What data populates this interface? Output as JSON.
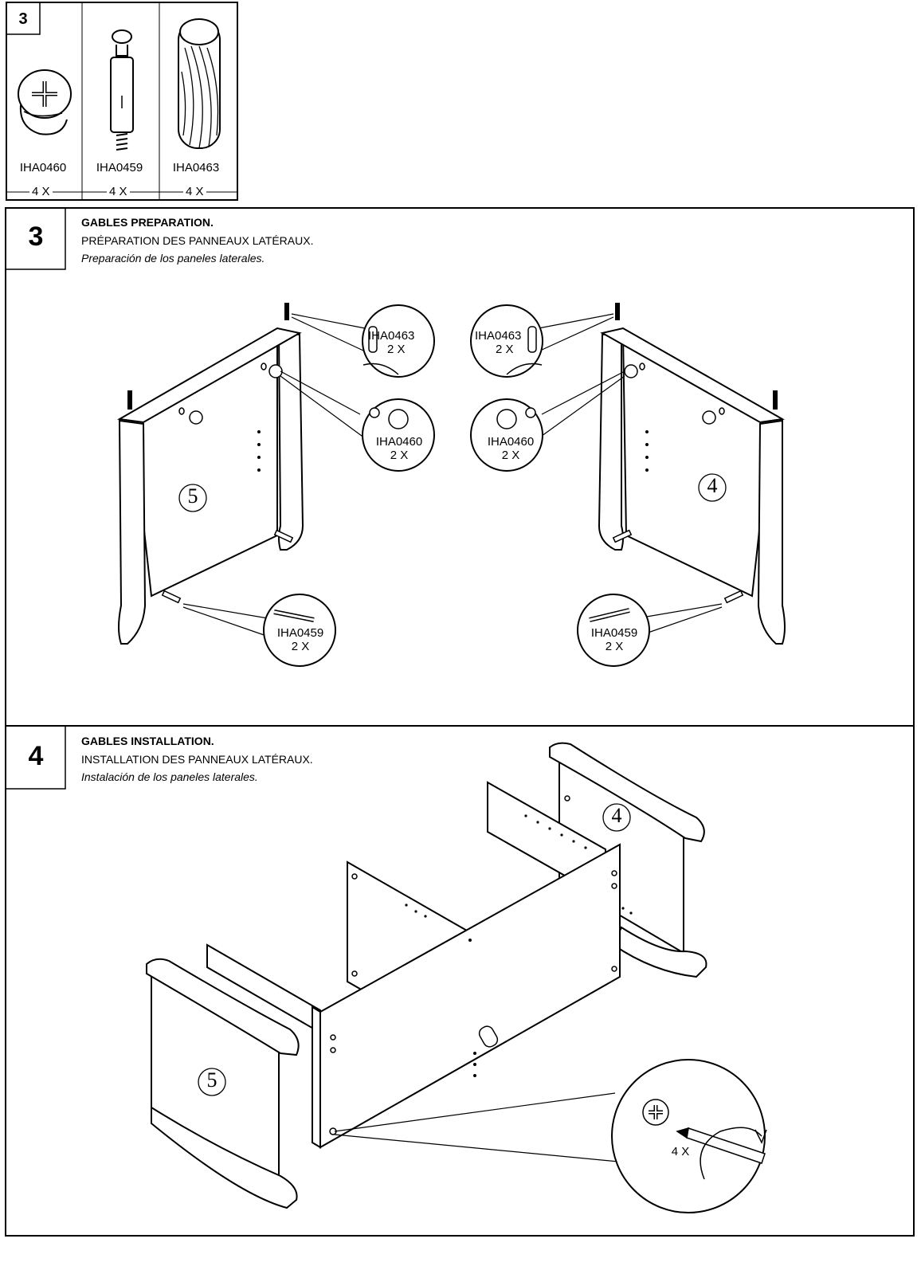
{
  "hardware_box": {
    "step": "3",
    "items": [
      {
        "code": "IHA0460",
        "qty": "4 X",
        "icon": "cam-lock-icon"
      },
      {
        "code": "IHA0459",
        "qty": "4 X",
        "icon": "cam-bolt-icon"
      },
      {
        "code": "IHA0463",
        "qty": "4 X",
        "icon": "wooden-dowel-icon"
      }
    ]
  },
  "step3": {
    "number": "3",
    "title_en": "GABLES PREPARATION.",
    "title_fr": "PRÉPARATION DES PANNEAUX LATÉRAUX.",
    "title_es": "Preparación de los paneles laterales.",
    "left_panel": "5",
    "right_panel": "4",
    "callouts": {
      "dowel_left": {
        "code": "IHA0463",
        "qty": "2 X"
      },
      "cam_left": {
        "code": "IHA0460",
        "qty": "2 X"
      },
      "bolt_left": {
        "code": "IHA0459",
        "qty": "2 X"
      },
      "dowel_right": {
        "code": "IHA0463",
        "qty": "2 X"
      },
      "cam_right": {
        "code": "IHA0460",
        "qty": "2 X"
      },
      "bolt_right": {
        "code": "IHA0459",
        "qty": "2 X"
      }
    }
  },
  "step4": {
    "number": "4",
    "title_en": "GABLES INSTALLATION.",
    "title_fr": "INSTALLATION DES PANNEAUX LATÉRAUX.",
    "title_es": "Instalación de los paneles laterales.",
    "left_panel": "5",
    "right_panel": "4",
    "callout_qty": "4 X"
  }
}
